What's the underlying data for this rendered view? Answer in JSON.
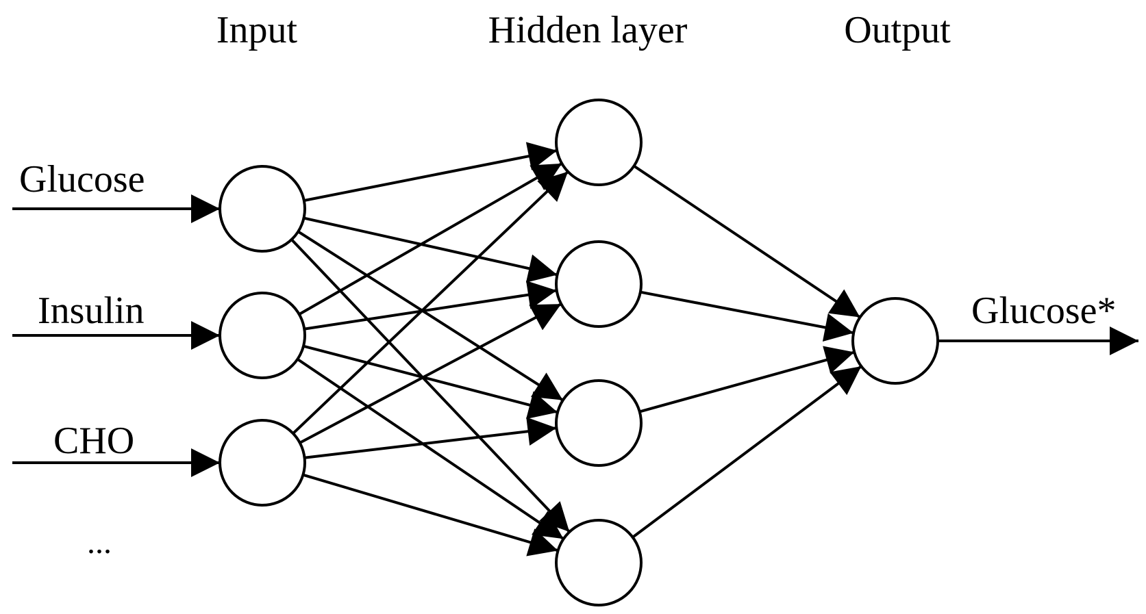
{
  "layers": {
    "input": {
      "heading": "Input",
      "nodes": [
        {
          "label": "Glucose"
        },
        {
          "label": "Insulin"
        },
        {
          "label": "CHO"
        }
      ],
      "ellipsis": "..."
    },
    "hidden": {
      "heading": "Hidden layer",
      "node_count": 4
    },
    "output": {
      "heading": "Output",
      "label": "Glucose*"
    }
  },
  "colors": {
    "stroke": "#000000",
    "background": "#ffffff"
  }
}
